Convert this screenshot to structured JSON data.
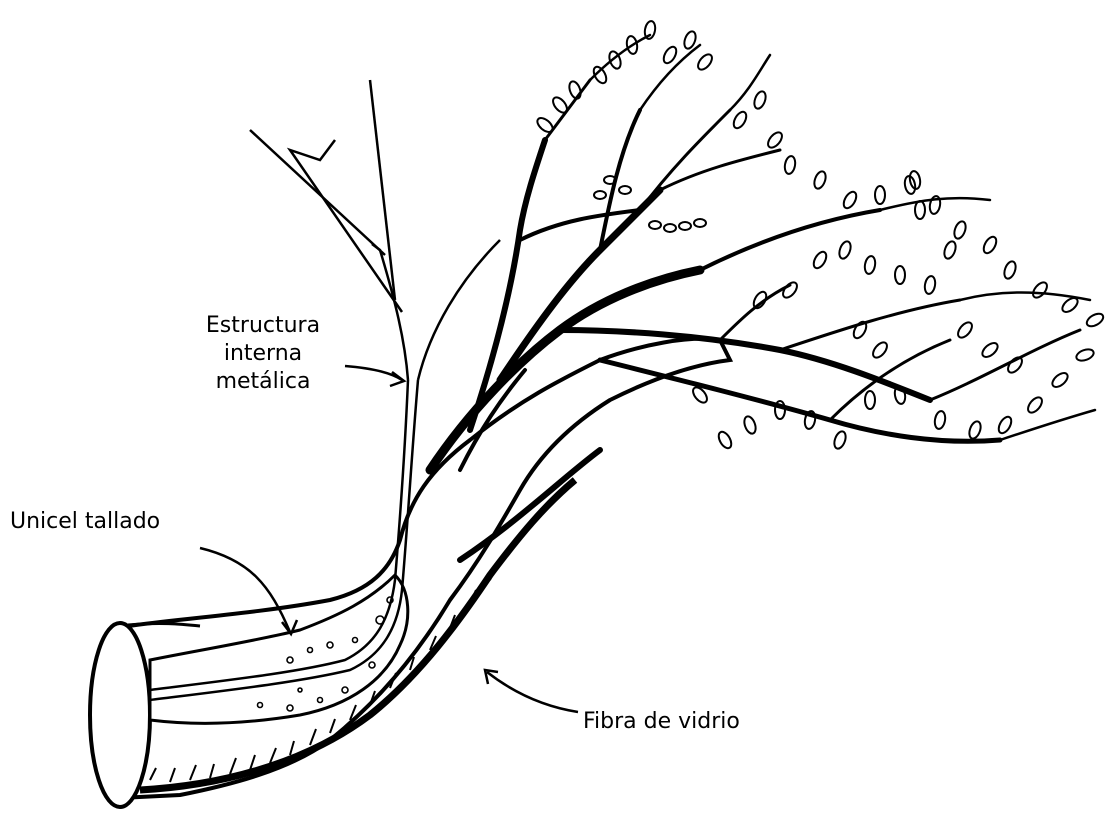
{
  "diagram": {
    "labels": {
      "estructura": [
        "Estructura",
        "interna",
        "metálica"
      ],
      "unicel": "Unicel tallado",
      "fibra": "Fibra de vidrio"
    }
  }
}
